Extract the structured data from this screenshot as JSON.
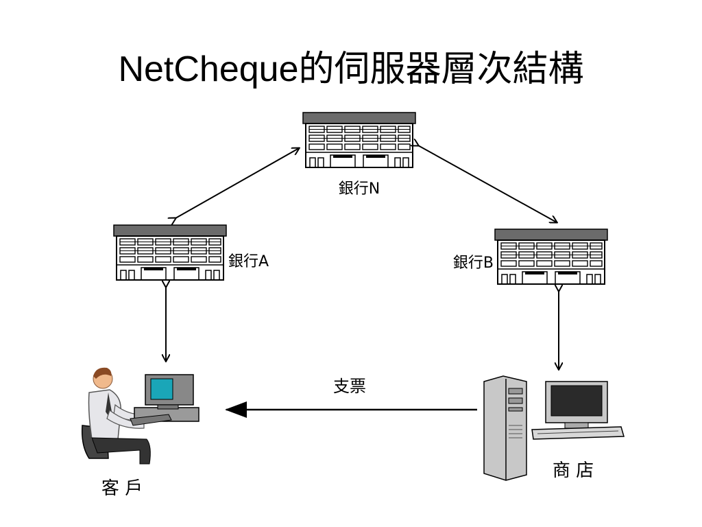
{
  "title": "NetCheque的伺服器層次結構",
  "nodes": {
    "bank_n": {
      "label": "銀行N"
    },
    "bank_a": {
      "label": "銀行A"
    },
    "bank_b": {
      "label": "銀行B"
    },
    "customer": {
      "label": "客 戶"
    },
    "shop": {
      "label": "商 店"
    }
  },
  "edges": {
    "cheque": {
      "label": "支票"
    }
  },
  "colors": {
    "roof": "#6b6b6b",
    "building_fill": "#ffffff",
    "stroke": "#000000",
    "monitor_screen": "#1aa6b8",
    "shirt": "#e6e6ea",
    "tower": "#c8c8c8"
  }
}
